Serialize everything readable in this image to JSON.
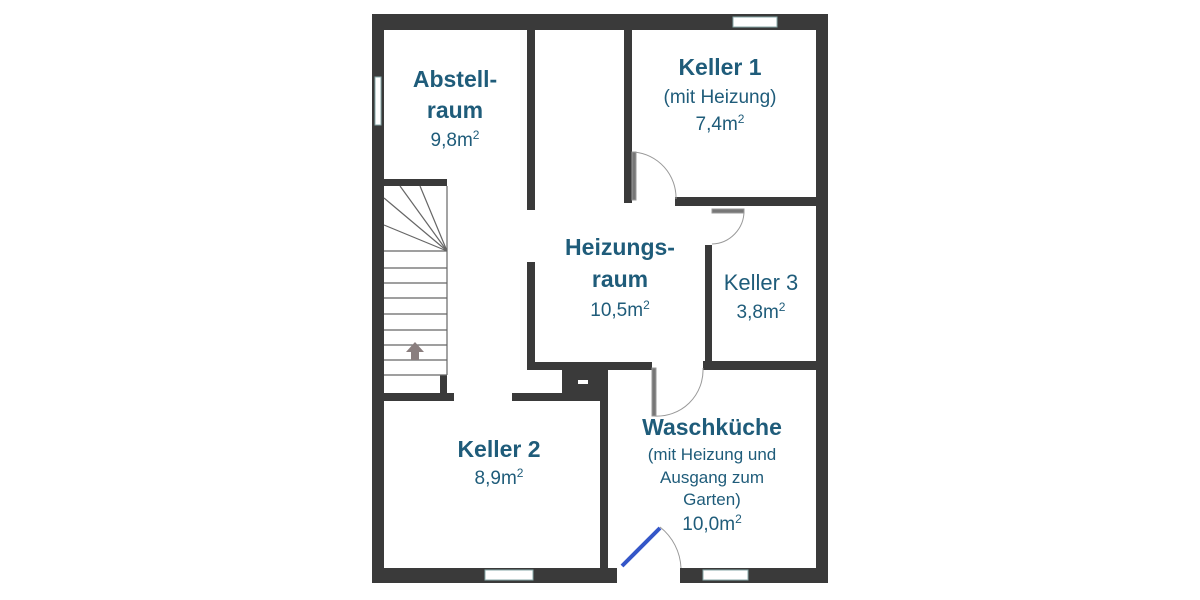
{
  "colors": {
    "wall": "#3a3a3a",
    "label": "#1f5c7a",
    "exterior_door": "#3456c8"
  },
  "rooms": {
    "abstellraum": {
      "name_1": "Abstell-",
      "name_2": "raum",
      "area": "9,8m",
      "unit_exp": "2"
    },
    "keller1": {
      "name": "Keller 1",
      "note": "(mit Heizung)",
      "area": "7,4m",
      "unit_exp": "2"
    },
    "heizungsraum": {
      "name_1": "Heizungs-",
      "name_2": "raum",
      "area": "10,5m",
      "unit_exp": "2"
    },
    "keller3": {
      "name": "Keller 3",
      "area": "3,8m",
      "unit_exp": "2"
    },
    "keller2": {
      "name": "Keller 2",
      "area": "8,9m",
      "unit_exp": "2"
    },
    "waschkueche": {
      "name": "Waschküche",
      "note_1": "(mit Heizung und",
      "note_2": "Ausgang zum",
      "note_3": "Garten)",
      "area": "10,0m",
      "unit_exp": "2"
    }
  },
  "icons": {
    "stair_arrow": "arrow-up-icon"
  }
}
